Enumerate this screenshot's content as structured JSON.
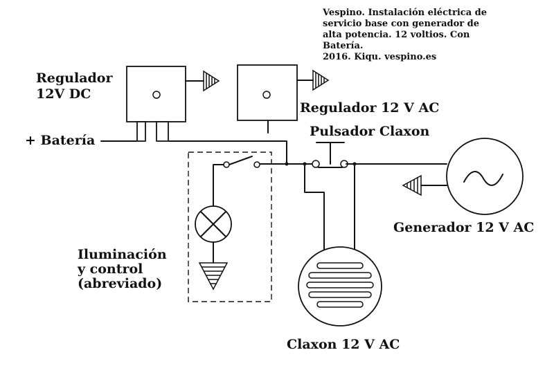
{
  "title": {
    "lines": [
      "Vespino. Instalación eléctrica de",
      "servicio base con generador de",
      "alta potencia. 12 voltios. Con",
      "Batería.",
      "2016. Kiqu. vespino.es"
    ]
  },
  "components": {
    "regulator_dc": {
      "line1": "Regulador",
      "line2": "12V DC"
    },
    "regulator_ac": {
      "label": "Regulador 12 V AC"
    },
    "battery": {
      "label": "+ Batería"
    },
    "horn_button": {
      "label": "Pulsador Claxon"
    },
    "generator": {
      "label": "Generador 12 V AC"
    },
    "lighting": {
      "line1": "Iluminación",
      "line2": "y control",
      "line3": "(abreviado)"
    },
    "horn": {
      "label": "Claxon 12 V AC"
    }
  }
}
